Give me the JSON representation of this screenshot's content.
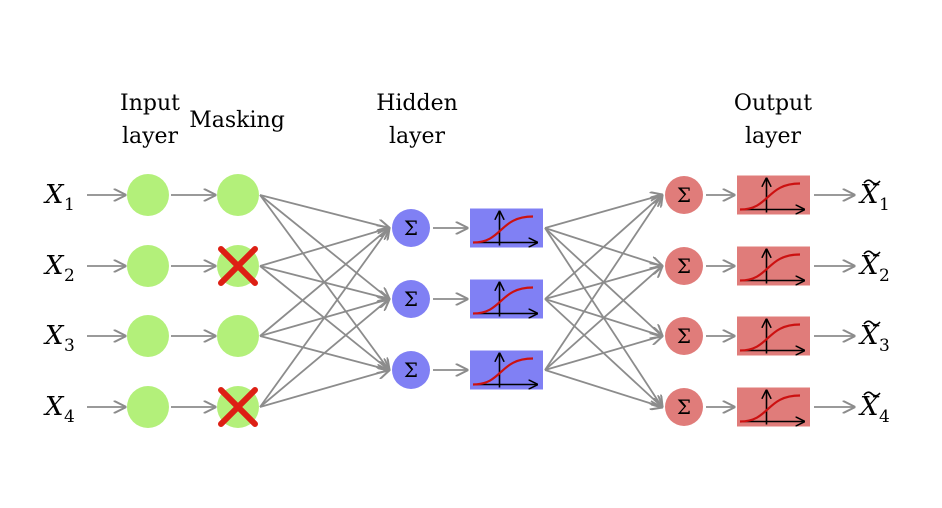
{
  "headers": {
    "input_layer_1": "Input",
    "input_layer_2": "layer",
    "masking": "Masking",
    "hidden_layer_1": "Hidden",
    "hidden_layer_2": "layer",
    "output_layer_1": "Output",
    "output_layer_2": "layer"
  },
  "inputs": [
    {
      "letter": "X",
      "sub": "1",
      "masked": false
    },
    {
      "letter": "X",
      "sub": "2",
      "masked": true
    },
    {
      "letter": "X",
      "sub": "3",
      "masked": false
    },
    {
      "letter": "X",
      "sub": "4",
      "masked": true
    }
  ],
  "outputs": [
    {
      "letter": "X",
      "sub": "1"
    },
    {
      "letter": "X",
      "sub": "2"
    },
    {
      "letter": "X",
      "sub": "3"
    },
    {
      "letter": "X",
      "sub": "4"
    }
  ],
  "hidden_units": 3,
  "sum_symbol": "Σ",
  "colors": {
    "input_node": "#b3f07a",
    "hidden_node": "#8080f4",
    "output_node": "#e07c7a",
    "hidden_activation_bg": "#8080f4",
    "output_activation_bg": "#e07c7a",
    "sigmoid_curve": "#cc1111",
    "mask_cross": "#dd1f14",
    "connection": "#8c8c8c"
  }
}
